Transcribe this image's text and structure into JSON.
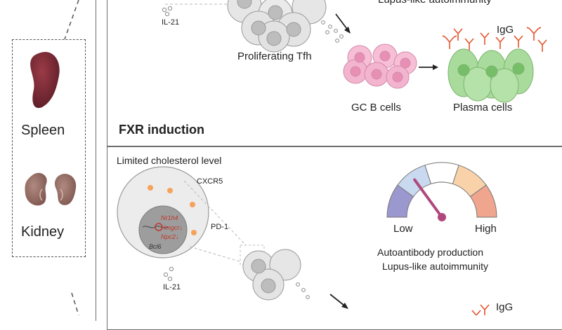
{
  "sidebar": {
    "organs": [
      {
        "label": "Spleen",
        "icon": "spleen-icon"
      },
      {
        "label": "Kidney",
        "icon": "kidney-icon"
      }
    ]
  },
  "top_panel": {
    "top_caption": "Lupus-like autoimmunity",
    "cytokine": "IL-21",
    "tfh_label": "Proliferating Tfh",
    "gc_label": "GC B cells",
    "plasma_label": "Plasma cells",
    "antibody_label": "IgG",
    "section_title": "FXR induction"
  },
  "bottom_panel": {
    "title": "Limited cholesterol level",
    "receptor1": "CXCR5",
    "receptor2": "PD-1",
    "genes": [
      "Nr1h4",
      "Hmgcr↓",
      "Npc2↓",
      "Bcl6"
    ],
    "cytokine": "IL-21",
    "gauge": {
      "low_label": "Low",
      "high_label": "High",
      "level": 0.3
    },
    "outcome_line1": "Autoantibody production",
    "outcome_line2": "Lupus-like autoimmunity",
    "antibody_label": "IgG"
  },
  "colors": {
    "spleen": "#7b2a35",
    "kidney": "#94675f",
    "tfh_cell": "#e4e4e4",
    "gc_b_cell": "#f4b3cf",
    "plasma_cell": "#a6d99a",
    "antibody": "#e2552e",
    "gene_highlight": "#c0392b",
    "gauge_segments": [
      "#9b97cf",
      "#c9d9ef",
      "#ffffff",
      "#f9d2aa",
      "#f0a58f"
    ],
    "needle": "#b0487d"
  }
}
